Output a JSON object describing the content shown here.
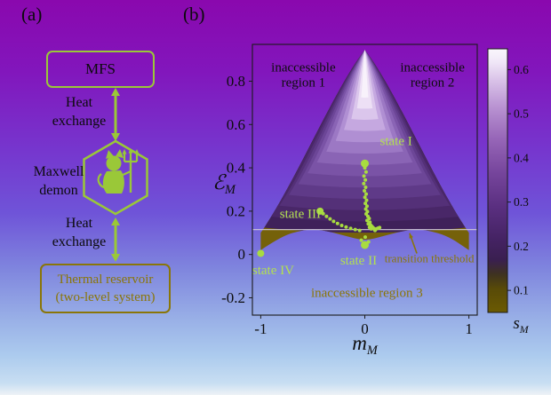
{
  "theme": {
    "green": "#9ac838",
    "olive": "#8a7608",
    "ink": "#0d0d0d",
    "stategreen": "#b2e050"
  },
  "panel_a": {
    "label": "(a)",
    "mfs_box": "MFS",
    "heat_exchange_top": "Heat exchange",
    "maxwell_demon": "Maxwell demon",
    "heat_exchange_bottom": "Heat exchange",
    "reservoir_line1": "Thermal reservoir",
    "reservoir_line2": "(two-level system)"
  },
  "panel_b": {
    "label": "(b)"
  },
  "chart_data": {
    "type": "scatter",
    "xlabel": "m",
    "xlabel_sub": "M",
    "ylabel": "ℰ",
    "ylabel_sub": "M",
    "colorbar_label": "s",
    "colorbar_label_sub": "M",
    "xlim": [
      -1.08,
      1.08
    ],
    "ylim": [
      -0.28,
      0.97
    ],
    "xticks": [
      {
        "v": -1,
        "label": "-1"
      },
      {
        "v": 0,
        "label": "0"
      },
      {
        "v": 1,
        "label": "1"
      }
    ],
    "yticks": [
      {
        "v": -0.2,
        "label": "-0.2"
      },
      {
        "v": 0,
        "label": "0"
      },
      {
        "v": 0.2,
        "label": "0.2"
      },
      {
        "v": 0.4,
        "label": "0.4"
      },
      {
        "v": 0.6,
        "label": "0.6"
      },
      {
        "v": 0.8,
        "label": "0.8"
      }
    ],
    "colorbar": {
      "range": [
        0.05,
        0.647
      ],
      "ticks": [
        {
          "v": 0.1,
          "label": "0.1"
        },
        {
          "v": 0.2,
          "label": "0.2"
        },
        {
          "v": 0.3,
          "label": "0.3"
        },
        {
          "v": 0.4,
          "label": "0.4"
        },
        {
          "v": 0.5,
          "label": "0.5"
        },
        {
          "v": 0.6,
          "label": "0.6"
        }
      ],
      "stops": [
        {
          "o": 0.0,
          "c": "#faf7fc"
        },
        {
          "o": 0.05,
          "c": "#f0e7f7"
        },
        {
          "o": 0.12,
          "c": "#d9c2e8"
        },
        {
          "o": 0.22,
          "c": "#b993d2"
        },
        {
          "o": 0.34,
          "c": "#9766b8"
        },
        {
          "o": 0.47,
          "c": "#76459c"
        },
        {
          "o": 0.6,
          "c": "#5a2f80"
        },
        {
          "o": 0.72,
          "c": "#452364"
        },
        {
          "o": 0.8,
          "c": "#3a1f50"
        },
        {
          "o": 0.855,
          "c": "#3e3220"
        },
        {
          "o": 0.91,
          "c": "#584a08"
        },
        {
          "o": 1.0,
          "c": "#6b5a02"
        }
      ]
    },
    "threshold": {
      "y": 0.115,
      "color": "#d5cfdb"
    },
    "region": {
      "apex": [
        0,
        0.945
      ],
      "upper_base": 0.1,
      "base_color": "#75610a",
      "lower": [
        [
          -1,
          0.02
        ],
        [
          -0.8,
          0.085
        ],
        [
          -0.6,
          0.112
        ],
        [
          -0.5,
          0.116
        ],
        [
          -0.4,
          0.112
        ],
        [
          -0.2,
          0.088
        ],
        [
          0,
          0.062
        ],
        [
          0.2,
          0.088
        ],
        [
          0.4,
          0.112
        ],
        [
          0.5,
          0.116
        ],
        [
          0.6,
          0.112
        ],
        [
          0.8,
          0.085
        ],
        [
          1,
          0.02
        ]
      ],
      "bands": [
        {
          "w": 1.0,
          "b": 0.125,
          "c": "#3f215a"
        },
        {
          "w": 0.91,
          "b": 0.175,
          "c": "#492768"
        },
        {
          "w": 0.82,
          "b": 0.225,
          "c": "#543078"
        },
        {
          "w": 0.73,
          "b": 0.275,
          "c": "#5f3a88"
        },
        {
          "w": 0.64,
          "b": 0.325,
          "c": "#6c4697"
        },
        {
          "w": 0.55,
          "b": 0.375,
          "c": "#7a53a6"
        },
        {
          "w": 0.46,
          "b": 0.425,
          "c": "#8a64b5"
        },
        {
          "w": 0.37,
          "b": 0.475,
          "c": "#9c78c4"
        },
        {
          "w": 0.28,
          "b": 0.525,
          "c": "#b08fd3"
        },
        {
          "w": 0.2,
          "b": 0.575,
          "c": "#c5a8e0"
        },
        {
          "w": 0.13,
          "b": 0.625,
          "c": "#dbc6ec"
        },
        {
          "w": 0.075,
          "b": 0.675,
          "c": "#ede0f5"
        },
        {
          "w": 0.035,
          "b": 0.725,
          "c": "#f8f2fb"
        }
      ]
    },
    "series": [
      {
        "name": "state I",
        "color": "#a8dc40",
        "size": 4.5,
        "points": [
          [
            0,
            0.42
          ]
        ]
      },
      {
        "name": "relaxation trajectory",
        "color": "#a8dc40",
        "size": 2,
        "points": [
          [
            0.0,
            0.4
          ],
          [
            0.012,
            0.381
          ],
          [
            -0.008,
            0.362
          ],
          [
            0.005,
            0.344
          ],
          [
            -0.01,
            0.327
          ],
          [
            0.008,
            0.31
          ],
          [
            -0.004,
            0.294
          ],
          [
            0.013,
            0.279
          ],
          [
            0.001,
            0.264
          ],
          [
            0.017,
            0.25
          ],
          [
            0.005,
            0.236
          ],
          [
            0.021,
            0.223
          ],
          [
            0.009,
            0.21
          ],
          [
            0.025,
            0.198
          ],
          [
            0.013,
            0.187
          ],
          [
            0.029,
            0.176
          ],
          [
            0.042,
            0.166
          ],
          [
            0.022,
            0.157
          ],
          [
            0.049,
            0.149
          ],
          [
            0.033,
            0.141
          ],
          [
            0.057,
            0.135
          ],
          [
            0.07,
            0.129
          ],
          [
            0.045,
            0.125
          ],
          [
            0.082,
            0.122
          ],
          [
            0.061,
            0.118
          ],
          [
            0.094,
            0.115
          ],
          [
            0.11,
            0.118
          ],
          [
            0.126,
            0.121
          ],
          [
            0.098,
            0.111
          ],
          [
            0.142,
            0.124
          ]
        ]
      },
      {
        "name": "state III",
        "color": "#a8dc40",
        "size": 4,
        "points": [
          [
            -0.43,
            0.2
          ]
        ]
      },
      {
        "name": "state III trail",
        "color": "#a8dc40",
        "size": 2,
        "points": [
          [
            -0.4,
            0.188
          ],
          [
            -0.368,
            0.176
          ],
          [
            -0.334,
            0.164
          ],
          [
            -0.3,
            0.153
          ],
          [
            -0.262,
            0.143
          ],
          [
            -0.222,
            0.134
          ],
          [
            -0.18,
            0.127
          ],
          [
            -0.136,
            0.12
          ],
          [
            -0.092,
            0.115
          ],
          [
            -0.05,
            0.111
          ]
        ]
      },
      {
        "name": "state II",
        "color": "#a8dc40",
        "size": 4.5,
        "points": [
          [
            0,
            0.044
          ]
        ]
      },
      {
        "name": "state II cluster",
        "color": "#a8dc40",
        "size": 2,
        "points": [
          [
            -0.034,
            0.066
          ],
          [
            0.036,
            0.058
          ],
          [
            0.004,
            0.08
          ]
        ]
      },
      {
        "name": "state IV",
        "color": "#a8dc40",
        "size": 4,
        "points": [
          [
            -1.0,
            0.005
          ]
        ]
      }
    ],
    "annotations": [
      {
        "lines": [
          "inaccessible",
          "region 1"
        ],
        "x": -0.59,
        "y": 0.865,
        "color": "#0d0d0d",
        "size": 15
      },
      {
        "lines": [
          "inaccessible",
          "region 2"
        ],
        "x": 0.65,
        "y": 0.865,
        "color": "#0d0d0d",
        "size": 15
      },
      {
        "lines": [
          "state I"
        ],
        "x": 0.3,
        "y": 0.525,
        "color": "#b2e050",
        "size": 15
      },
      {
        "lines": [
          "state III"
        ],
        "x": -0.62,
        "y": 0.19,
        "color": "#b2e050",
        "size": 15
      },
      {
        "lines": [
          "state II"
        ],
        "x": -0.06,
        "y": -0.025,
        "color": "#b2e050",
        "size": 15
      },
      {
        "lines": [
          "state IV"
        ],
        "x": -0.88,
        "y": -0.07,
        "color": "#b2e050",
        "size": 15
      },
      {
        "lines": [
          "transition threshold"
        ],
        "x": 0.62,
        "y": -0.015,
        "color": "#8a7608",
        "size": 13
      },
      {
        "lines": [
          "inaccessible region 3"
        ],
        "x": 0.02,
        "y": -0.175,
        "color": "#8a7608",
        "size": 15
      }
    ],
    "arrow": {
      "from": [
        0.5,
        0.005
      ],
      "to": [
        0.43,
        0.098
      ],
      "color": "#8a7608"
    }
  }
}
